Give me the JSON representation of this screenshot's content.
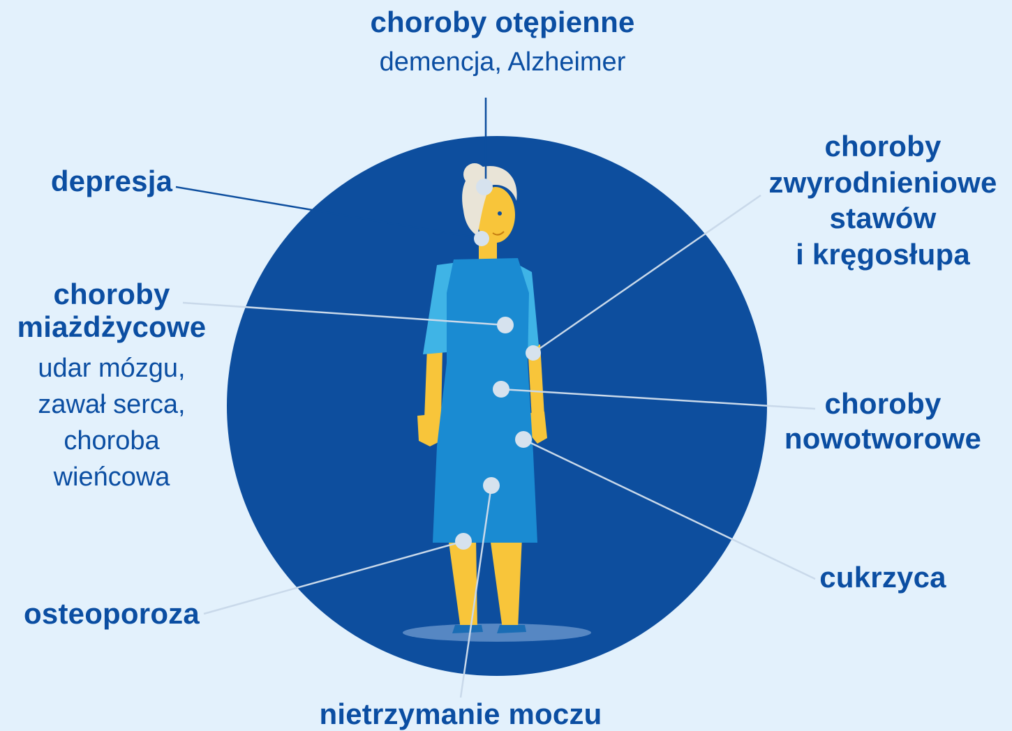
{
  "labels": {
    "dementia": {
      "title": "choroby otępienne",
      "subtitle": "demencja, Alzheimer"
    },
    "depression": {
      "title": "depresja"
    },
    "atherosclerosis": {
      "title": "choroby\nmiażdżycowe",
      "subtitle": "udar mózgu,\nzawał serca,\nchoroba\nwieńcowa"
    },
    "osteoporosis": {
      "title": "osteoporoza"
    },
    "incontinence": {
      "title": "nietrzymanie moczu"
    },
    "degenerative": {
      "title": "choroby\nzwyrodnieniowe\nstawów\ni kręgosłupa"
    },
    "cancer": {
      "title": "choroby\nnowotworowe"
    },
    "diabetes": {
      "title": "cukrzyca"
    }
  },
  "colors": {
    "background": "#e3f1fc",
    "circle": "#0d4e9e",
    "dress": "#1a8bd2",
    "sleeve": "#3fb4e6",
    "skin": "#f8c53a",
    "hair": "#e9e4d7",
    "marker": "#d6e2ee",
    "text": "#0b4ea2"
  }
}
